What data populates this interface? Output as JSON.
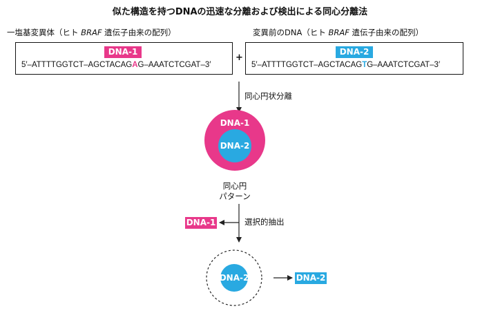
{
  "title": "似た構造を持つDNAの迅速な分離および検出による同心分離法",
  "left_panel": {
    "caption_pre": "一塩基変異体（ヒト ",
    "caption_gene": "BRAF",
    "caption_post": " 遺伝子由来の配列）",
    "label": "DNA-1",
    "seq_pre": "5′–ATTTTGGTCT–AGCTACAG",
    "seq_mut": "A",
    "seq_post": "G–AAATCTCGAT–3′"
  },
  "plus_sign": "+",
  "right_panel": {
    "caption_pre": "変異前のDNA（ヒト ",
    "caption_gene": "BRAF",
    "caption_post": " 遺伝子由来の配列）",
    "label": "DNA-2",
    "seq_pre": "5′–ATTTTGGTCT–AGCTACAG",
    "seq_mut": "T",
    "seq_post": "G–AAATCTCGAT–3′"
  },
  "step1": "同心円状分離",
  "concentric": {
    "outer_label": "DNA-1",
    "inner_label": "DNA-2",
    "caption_line1": "同心円",
    "caption_line2": "パターン"
  },
  "step2": "選択的抽出",
  "extracted_label": "DNA-1",
  "final": {
    "inner_label": "DNA-2",
    "output_label": "DNA-2"
  },
  "colors": {
    "pink": "#e8388a",
    "blue": "#29a9e1",
    "line": "#222222"
  }
}
